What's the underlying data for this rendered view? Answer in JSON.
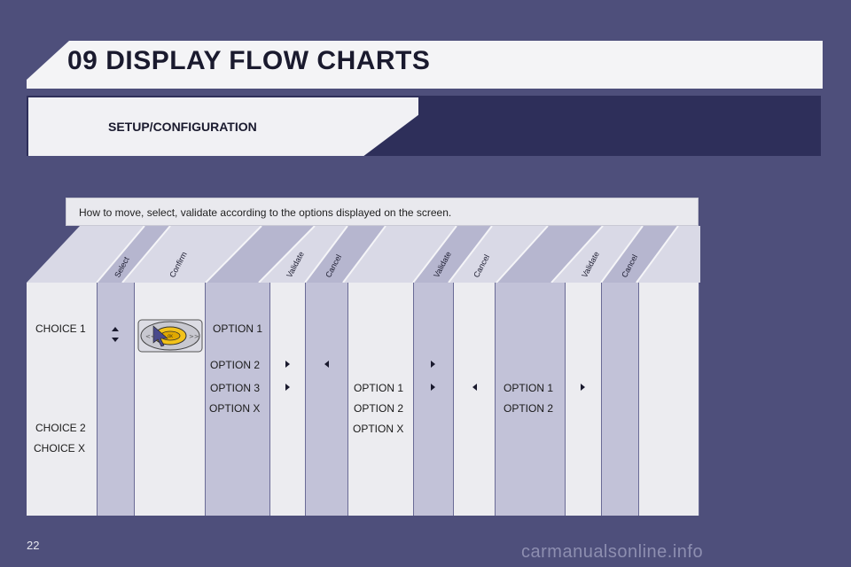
{
  "header": {
    "title": "09 DISPLAY FLOW CHARTS"
  },
  "section": {
    "title": "SETUP/CONFIGURATION"
  },
  "instruction": "How to move, select, validate according to the options displayed on the screen.",
  "column_headers": {
    "select": "Select",
    "confirm": "Confirm",
    "validate": "Validate",
    "cancel": "Cancel"
  },
  "choices": [
    "CHOICE 1",
    "CHOICE 2",
    "CHOICE X"
  ],
  "level1_options": [
    "OPTION 1",
    "OPTION 2",
    "OPTION 3",
    "OPTION X"
  ],
  "level2_options": [
    "OPTION 1",
    "OPTION 2",
    "OPTION X"
  ],
  "level3_options": [
    "OPTION 1",
    "OPTION 2"
  ],
  "knob": {
    "center_label": "OK"
  },
  "page_number": "22",
  "watermark": "carmanualsonline.info",
  "colors": {
    "background": "#4e4f7b",
    "band_dark": "#2e2f5a",
    "column_light": "#ececf0",
    "column_dark": "#c2c2d8",
    "knob_yellow": "#f2c21a"
  }
}
